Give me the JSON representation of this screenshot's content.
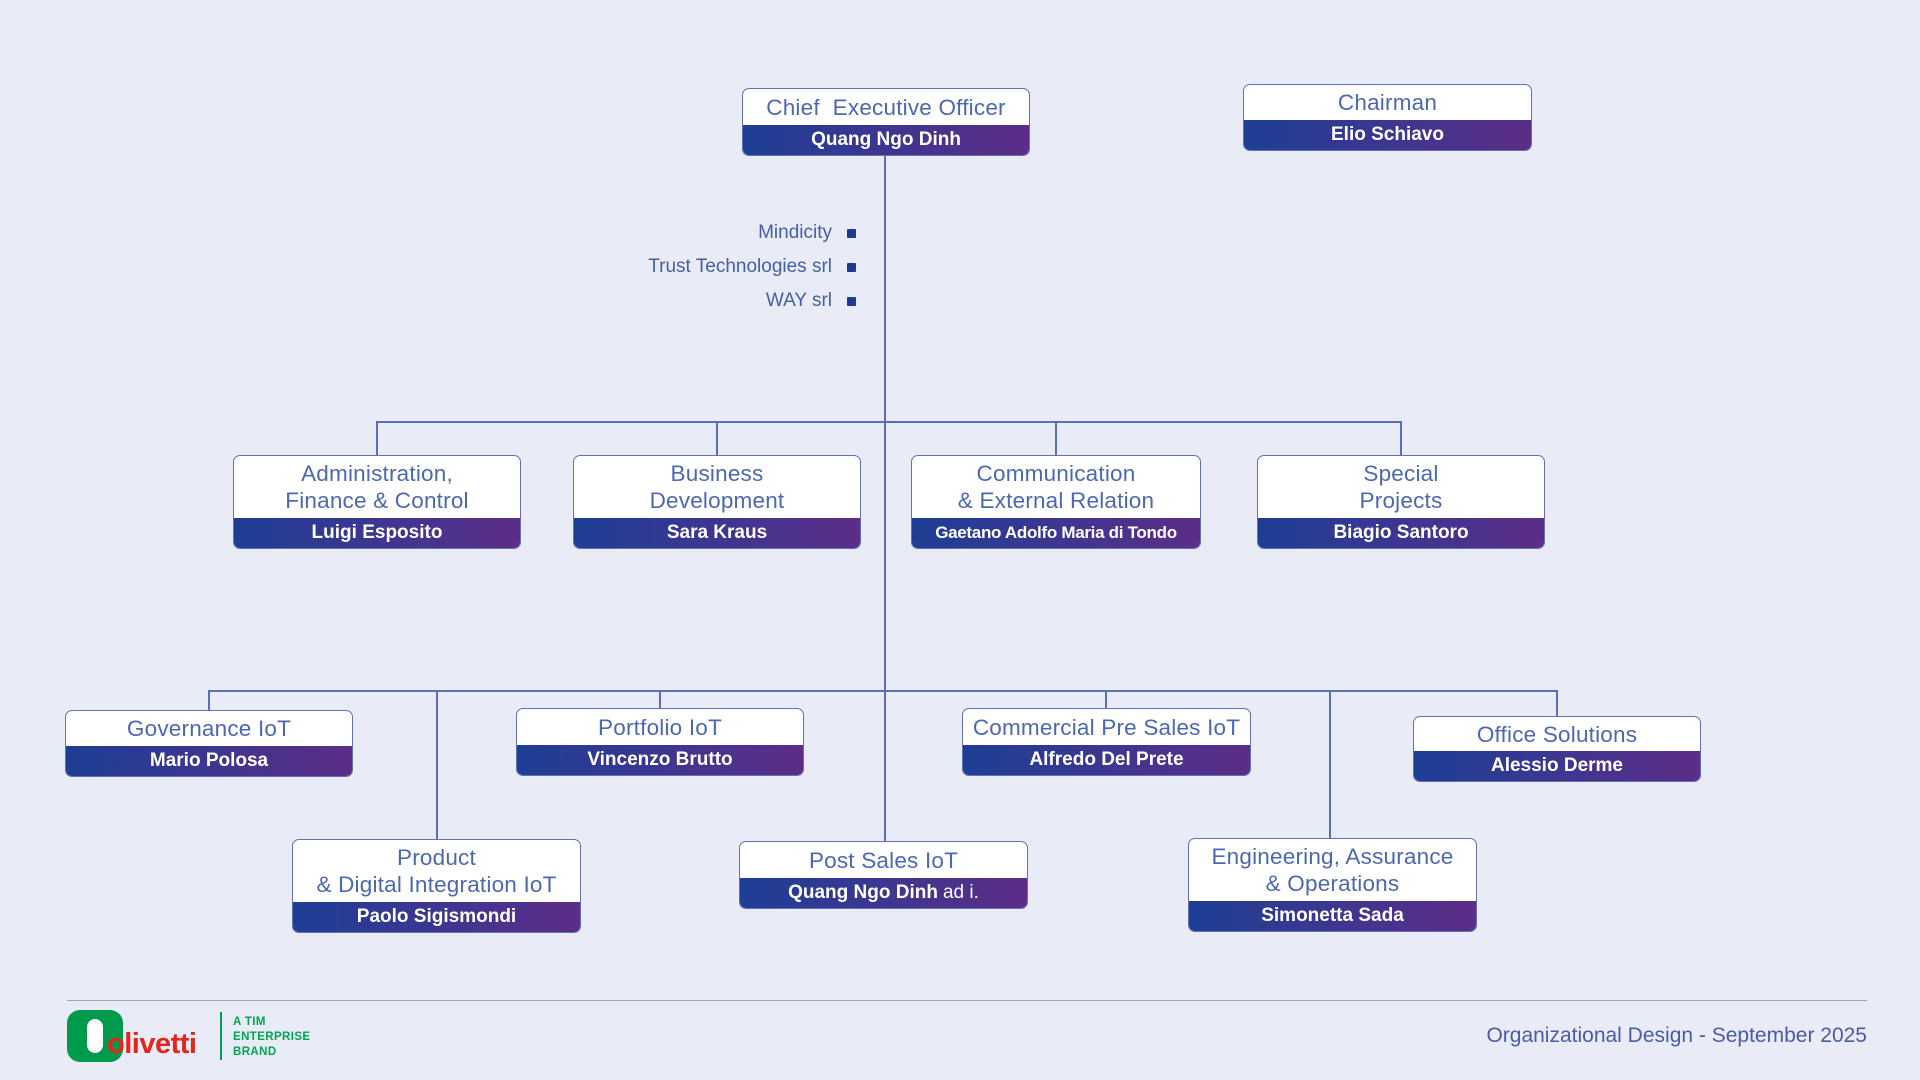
{
  "colors": {
    "background": "#E9EBF7",
    "box_border": "#6470B6",
    "title_text": "#4C68B0",
    "bar_gradient_left": "#1D3E94",
    "bar_gradient_right": "#5C2D87",
    "connector": "#5B6FB0",
    "bullet": "#1E3A8C",
    "logo_green": "#009A4D",
    "logo_red": "#E3251D"
  },
  "nodes": {
    "ceo": {
      "title": "Chief  Executive Officer",
      "person": "Quang Ngo Dinh"
    },
    "chairman": {
      "title": "Chairman",
      "person": "Elio Schiavo"
    },
    "admin": {
      "title": "Administration,\nFinance & Control",
      "person": "Luigi Esposito"
    },
    "business_development": {
      "title": "Business\nDevelopment",
      "person": "Sara Kraus"
    },
    "communication": {
      "title": "Communication\n& External Relation",
      "person": "Gaetano Adolfo Maria di Tondo"
    },
    "special_projects": {
      "title": "Special\nProjects",
      "person": "Biagio Santoro"
    },
    "governance": {
      "title": "Governance IoT",
      "person": "Mario Polosa"
    },
    "portfolio": {
      "title": "Portfolio IoT",
      "person": "Vincenzo Brutto"
    },
    "commercial_pre_sales": {
      "title": "Commercial Pre Sales IoT",
      "person": "Alfredo Del Prete"
    },
    "office_solutions": {
      "title": "Office Solutions",
      "person": "Alessio Derme"
    },
    "product": {
      "title": "Product\n& Digital Integration IoT",
      "person": "Paolo Sigismondi"
    },
    "post_sales": {
      "title": "Post Sales IoT",
      "person": "Quang Ngo Dinh",
      "person_suffix": "ad i."
    },
    "engineering": {
      "title": "Engineering, Assurance\n& Operations",
      "person": "Simonetta Sada"
    }
  },
  "subsidiaries": [
    {
      "label": "Mindicity"
    },
    {
      "label": "Trust Technologies srl"
    },
    {
      "label": "WAY srl"
    }
  ],
  "footer": {
    "brand_wordmark": "olivetti",
    "brand_tagline": "A TIM\nENTERPRISE\nBRAND",
    "note": "Organizational Design - September 2025"
  }
}
